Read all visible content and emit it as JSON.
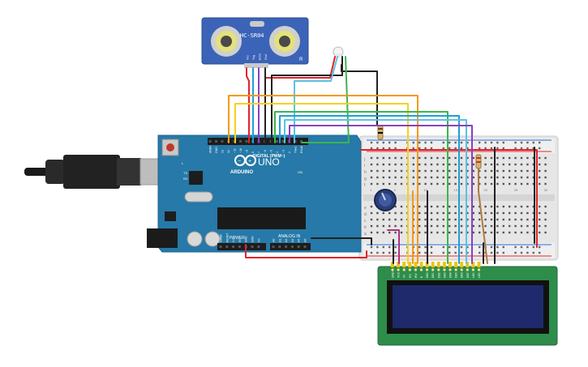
{
  "sensor": {
    "model": "HC-SR04",
    "corner_mark": "R",
    "pins": [
      "Vcc",
      "Trig",
      "Echo",
      "Gnd"
    ]
  },
  "arduino": {
    "brand": "ARDUINO",
    "model": "UNO",
    "on_label": "ON",
    "tx_label": "TX",
    "rx_label": "RX",
    "l_label": "L",
    "digital_label": "DIGITAL (PWM~)",
    "power_label": "POWER",
    "analog_label": "ANALOG IN",
    "digital_pins": [
      "AREF",
      "GND",
      "13",
      "12",
      "~11",
      "~10",
      "~9",
      "8",
      "7",
      "~6",
      "~5",
      "4",
      "~3",
      "2",
      "TX▸1",
      "RX◂0"
    ],
    "power_pins": [
      "IOREF",
      "RESET",
      "3.3V",
      "5V",
      "GND",
      "GND",
      "Vin"
    ],
    "analog_pins": [
      "A0",
      "A1",
      "A2",
      "A3",
      "A4",
      "A5"
    ]
  },
  "breadboard": {
    "rows_top": [
      "j",
      "i",
      "h",
      "g",
      "f"
    ],
    "rows_bottom": [
      "e",
      "d",
      "c",
      "b",
      "a"
    ],
    "col_numbers": [
      "1",
      "5",
      "10",
      "15",
      "20",
      "25",
      "30"
    ]
  },
  "lcd": {
    "pins": [
      "GND",
      "VCC",
      "V0",
      "RS",
      "RW",
      "E",
      "DB0",
      "DB1",
      "DB2",
      "DB3",
      "DB4",
      "DB5",
      "DB6",
      "DB7",
      "LED",
      "LED"
    ]
  },
  "colors": {
    "wire_red": "#e0242b",
    "wire_black": "#222222",
    "wire_orange": "#f39a12",
    "wire_yellow": "#f7d11b",
    "wire_green": "#3db54a",
    "wire_blue": "#1e9fd9",
    "wire_cyan": "#59c3e4",
    "wire_purple": "#8c3fbf",
    "wire_magenta": "#b0327d",
    "wire_brown": "#b07a3e",
    "arduino_board": "#2679a8",
    "sensor_board": "#3b64b8",
    "lcd_board": "#2e8d4a",
    "lcd_screen": "#1e2a6b",
    "breadboard": "#e8e8e8"
  },
  "icons": [
    "usb-cable-icon",
    "reset-button-icon",
    "arduino-infinity-logo-icon",
    "potentiometer-knob-icon",
    "resistor-icon",
    "led-icon"
  ]
}
